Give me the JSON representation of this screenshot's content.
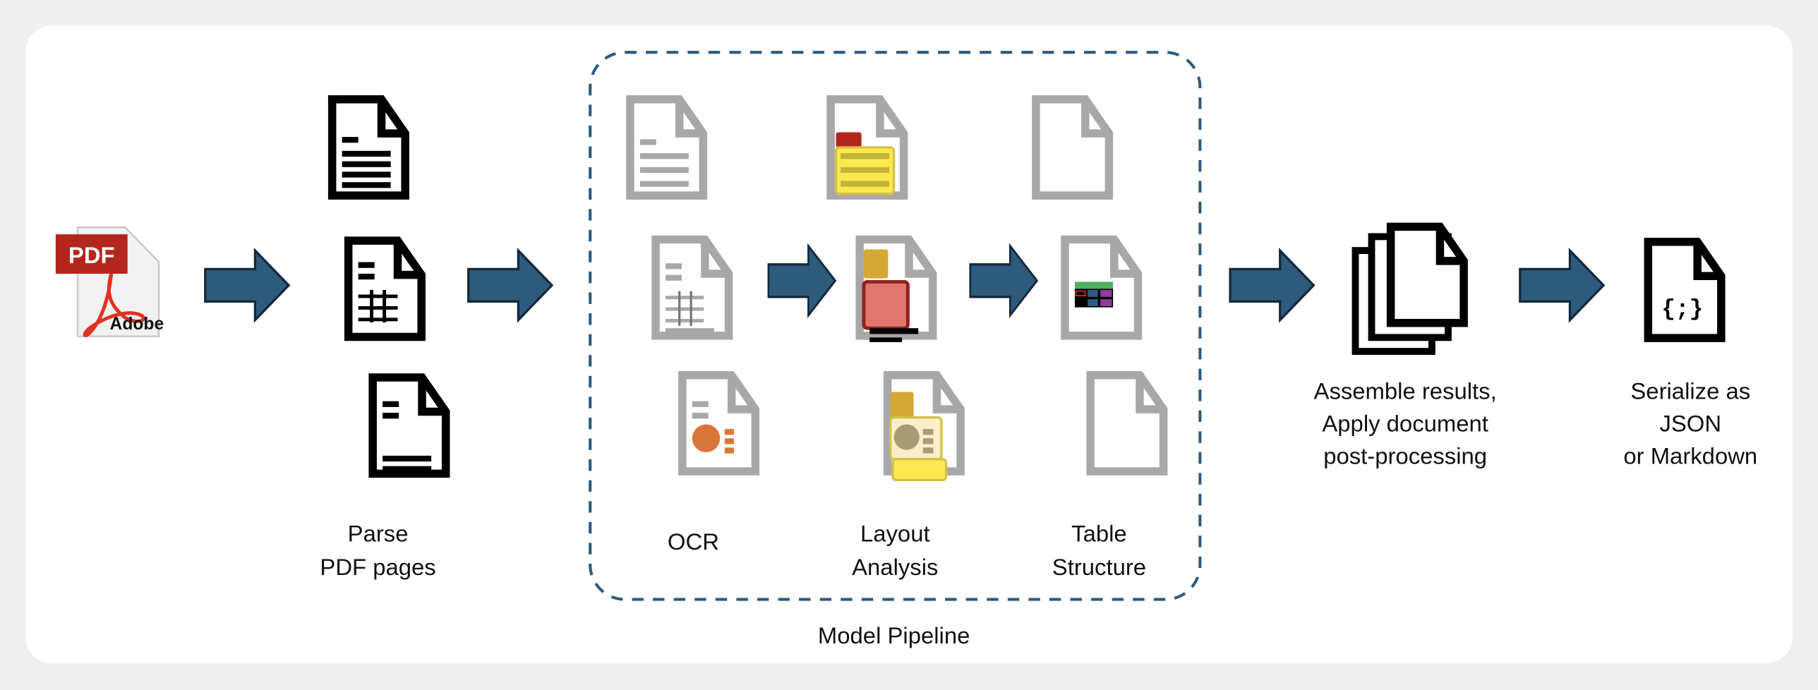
{
  "stages": {
    "input": {
      "logo_text": "PDF",
      "logo_brand": "Adobe",
      "icon": "pdf-file-icon"
    },
    "parse": {
      "label_line1": "Parse",
      "label_line2": "PDF pages"
    },
    "pipeline": {
      "title": "Model Pipeline",
      "ocr": {
        "label": "OCR"
      },
      "layout": {
        "label_line1": "Layout",
        "label_line2": "Analysis"
      },
      "table": {
        "label_line1": "Table",
        "label_line2": "Structure"
      }
    },
    "assemble": {
      "label_line1": "Assemble results,",
      "label_line2": "Apply document",
      "label_line3": "post-processing"
    },
    "serialize": {
      "label_line1": "Serialize as",
      "label_line2": "JSON",
      "label_line3": "or Markdown",
      "icon_text": "{;}"
    }
  },
  "colors": {
    "arrow": "#2e5a7c",
    "dashed_border": "#2e5a7c",
    "doc_black": "#000000",
    "doc_gray": "#a8a8a8"
  }
}
